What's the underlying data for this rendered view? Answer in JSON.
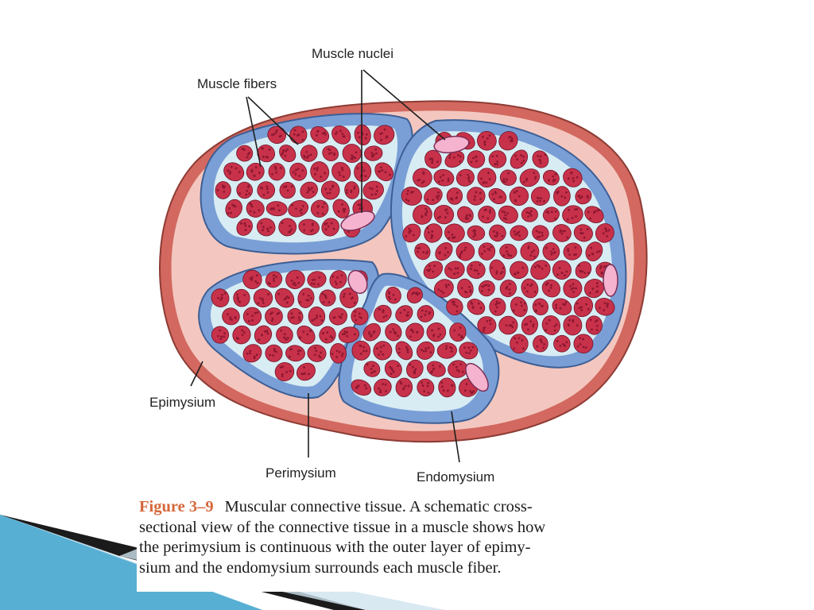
{
  "labels": {
    "muscle_nuclei": "Muscle nuclei",
    "muscle_fibers": "Muscle fibers",
    "epimysium": "Epimysium",
    "perimysium": "Perimysium",
    "endomysium": "Endomysium"
  },
  "caption": {
    "figure_number": "Figure 3–9",
    "line1": "Muscular connective tissue. A schematic cross-",
    "line2": "sectional view of the connective tissue in a muscle shows how",
    "line3": "the perimysium is continuous with the outer layer of epimy-",
    "line4": "sium and the endomysium surrounds each muscle fiber."
  },
  "colors": {
    "epimysium": "#d2685f",
    "epimysium_inner": "#f3c7bf",
    "perimysium": "#7a9fd6",
    "endomysium_bg": "#d8ecf3",
    "fiber": "#c8314a",
    "fiber_dot": "#8c1830",
    "nucleus": "#f6b3d0",
    "figure_label": "#d6673a",
    "corner_accent": "#3a9fc7"
  }
}
